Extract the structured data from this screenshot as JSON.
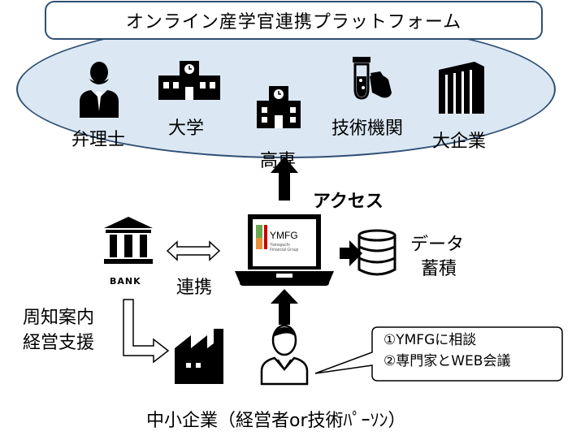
{
  "title": "オンライン産学官連携プラットフォーム",
  "platform_members": {
    "patent_attorney": "弁理士",
    "university": "大学",
    "kosen": "高専",
    "research_institute": "技術機関",
    "large_company": "大企業"
  },
  "access_label": "アクセス",
  "data_label_line1": "データ",
  "data_label_line2": "蓄積",
  "bank": {
    "sign": "BANK",
    "link_label": "連携",
    "support_line1": "周知案内",
    "support_line2": "経営支援"
  },
  "laptop_logo": {
    "brand": "YMFG",
    "sub1": "Yamaguchi",
    "sub2": "Financial Group"
  },
  "callout": {
    "line1": "①YMFGに相談",
    "line2": "②専門家とWEB会議"
  },
  "sme_label": "中小企業（経営者or技術ﾊﾟｰｿﾝ）",
  "colors": {
    "ellipse_fill": "#dbe7f3",
    "outline": "#2f4f73",
    "icon": "#000000",
    "logo_green": "#6aa84f",
    "logo_orange": "#e69138",
    "logo_red": "#cc0000"
  }
}
